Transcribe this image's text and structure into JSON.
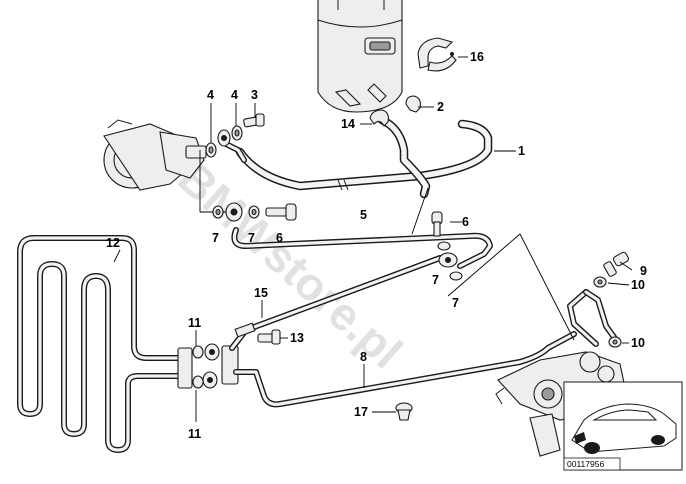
{
  "watermark": "©BMWstore.pl",
  "part_number": "00117956",
  "callouts": [
    {
      "id": "c1",
      "text": "1"
    },
    {
      "id": "c2",
      "text": "2"
    },
    {
      "id": "c3",
      "text": "3"
    },
    {
      "id": "c4a",
      "text": "4"
    },
    {
      "id": "c4b",
      "text": "4"
    },
    {
      "id": "c5",
      "text": "5"
    },
    {
      "id": "c6a",
      "text": "6"
    },
    {
      "id": "c6b",
      "text": "6"
    },
    {
      "id": "c7a",
      "text": "7"
    },
    {
      "id": "c7b",
      "text": "7"
    },
    {
      "id": "c7c",
      "text": "7"
    },
    {
      "id": "c7d",
      "text": "7"
    },
    {
      "id": "c8",
      "text": "8"
    },
    {
      "id": "c9",
      "text": "9"
    },
    {
      "id": "c10a",
      "text": "10"
    },
    {
      "id": "c10b",
      "text": "10"
    },
    {
      "id": "c11a",
      "text": "11"
    },
    {
      "id": "c11b",
      "text": "11"
    },
    {
      "id": "c12",
      "text": "12"
    },
    {
      "id": "c13",
      "text": "13"
    },
    {
      "id": "c14",
      "text": "14"
    },
    {
      "id": "c15",
      "text": "15"
    },
    {
      "id": "c16",
      "text": "16"
    },
    {
      "id": "c17",
      "text": "17"
    }
  ]
}
